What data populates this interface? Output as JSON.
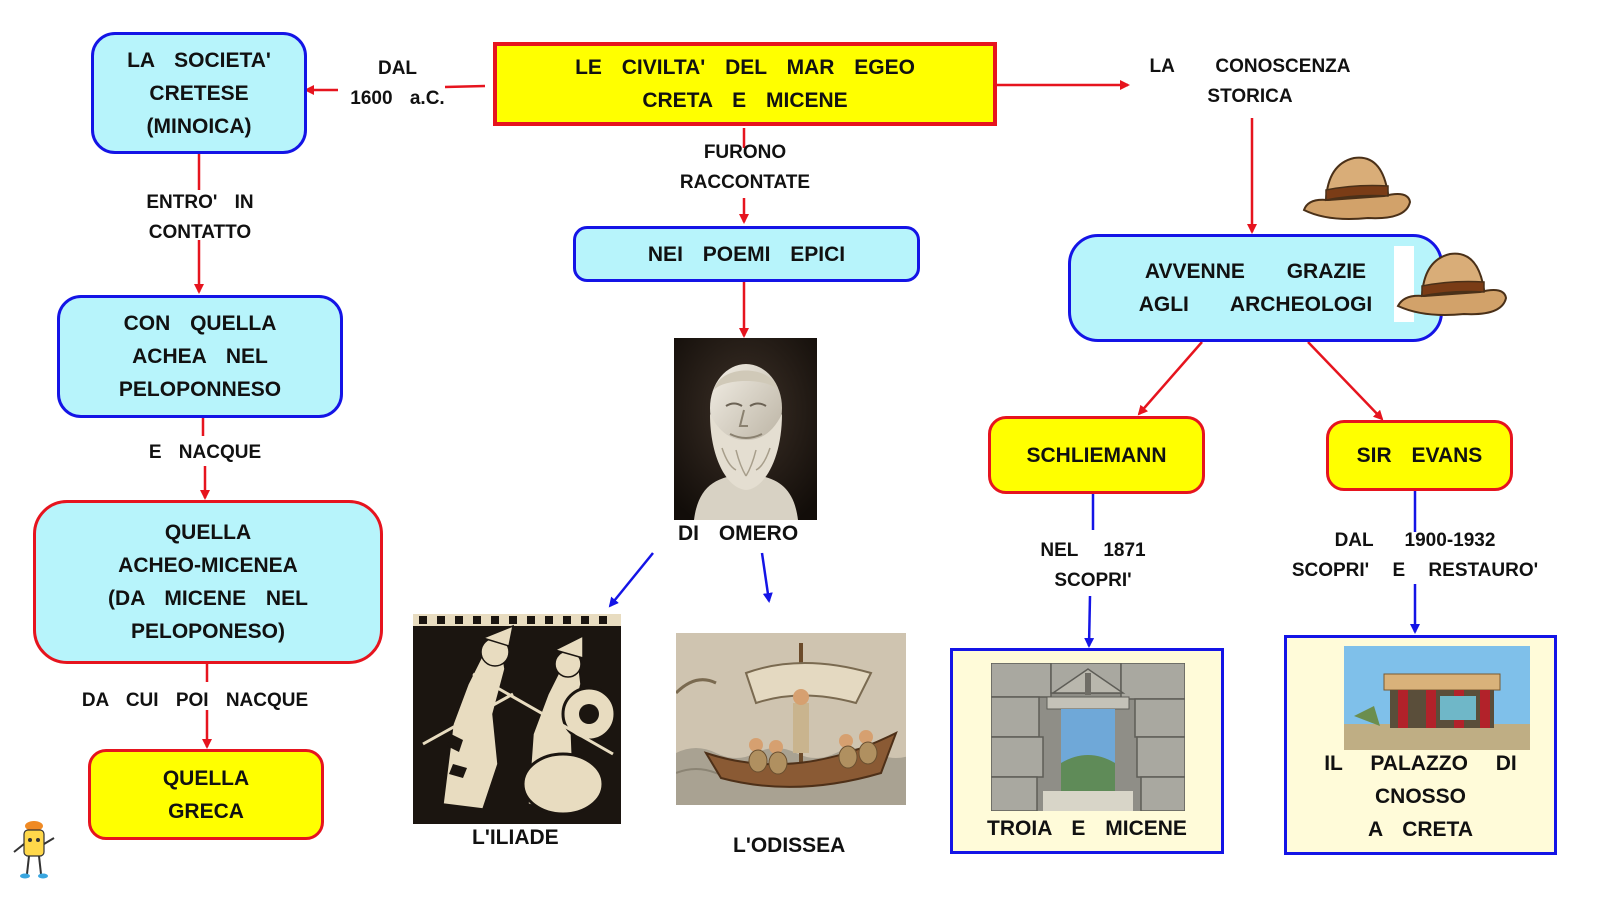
{
  "title": {
    "line1": "LE CIVILTA' DEL MAR EGEO",
    "line2": "CRETA E MICENE"
  },
  "left": {
    "cretan": {
      "l1": "LA SOCIETA'",
      "l2": "CRETESE",
      "l3": "(MINOICA)"
    },
    "date_label": {
      "l1": "DAL",
      "l2": "1600 a.C."
    },
    "contact_label": {
      "l1": "ENTRO' IN",
      "l2": "CONTATTO"
    },
    "achaean": {
      "l1": "CON QUELLA",
      "l2": "ACHEA NEL",
      "l3": "PELOPONNESO"
    },
    "born_label": "E NACQUE",
    "mycenaean": {
      "l1": "QUELLA",
      "l2": "ACHEO-MICENEA",
      "l3": "(DA MICENE NEL",
      "l4": "PELOPONESO)"
    },
    "then_label": "DA CUI POI NACQUE",
    "greek": {
      "l1": "QUELLA",
      "l2": "GRECA"
    }
  },
  "center": {
    "told_label": {
      "l1": "FURONO",
      "l2": "RACCONTATE"
    },
    "poems": "NEI POEMI EPICI",
    "homer": "DI OMERO",
    "iliad": "L'ILIADE",
    "odyssey": "L'ODISSEA"
  },
  "right": {
    "knowledge_label": {
      "l1": "LA CONOSCENZA",
      "l2": "STORICA"
    },
    "archaeologists": {
      "l1": "AVVENNE GRAZIE",
      "l2": "AGLI ARCHEOLOGI"
    },
    "schliemann": "SCHLIEMANN",
    "evans": "SIR EVANS",
    "schliemann_label": {
      "l1": "NEL 1871",
      "l2": "SCOPRI'"
    },
    "evans_label": {
      "l1": "DAL 1900-1932",
      "l2": "SCOPRI' E RESTAURO'"
    },
    "troy": "TROIA E MICENE",
    "palace": {
      "l1": "IL PALAZZO DI",
      "l2": "CNOSSO",
      "l3": "A CRETA"
    }
  },
  "colors": {
    "cyan_fill": "#b7f4fb",
    "yellow_fill": "#ffff00",
    "red_line": "#e6141e",
    "blue_line": "#1414e6"
  }
}
